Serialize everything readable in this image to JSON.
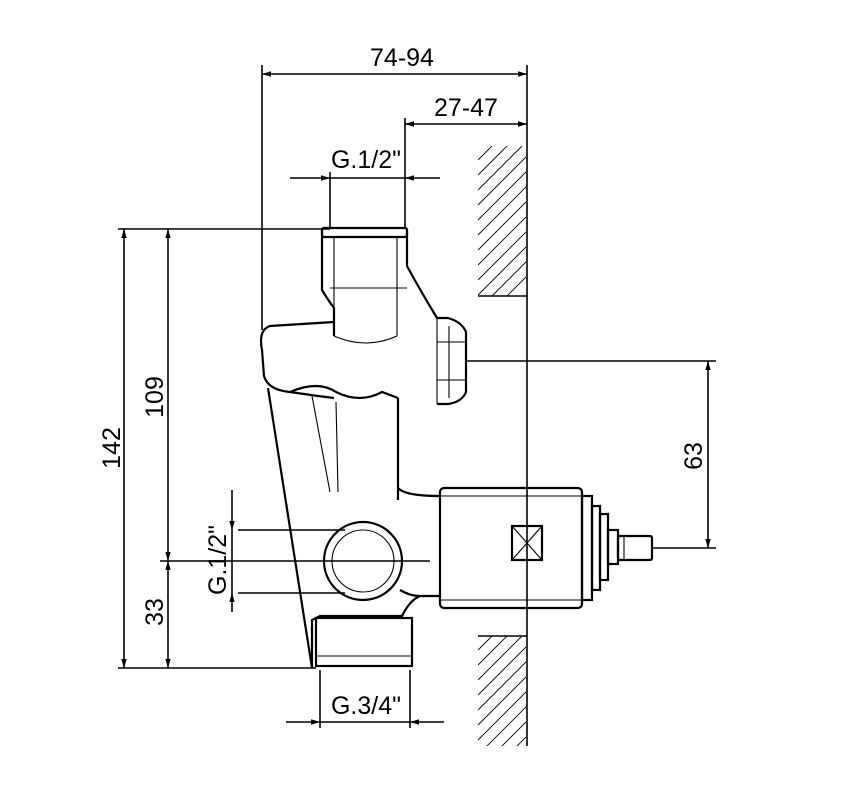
{
  "dimensions": {
    "total_depth": "74-94",
    "wall_depth": "27-47",
    "top_thread": "G.1/2\"",
    "total_height": "142",
    "outlet_height": "109",
    "side_thread": "G.1/2\"",
    "bottom_height": "33",
    "spindle_height": "63",
    "bottom_thread": "G.3/4\""
  }
}
